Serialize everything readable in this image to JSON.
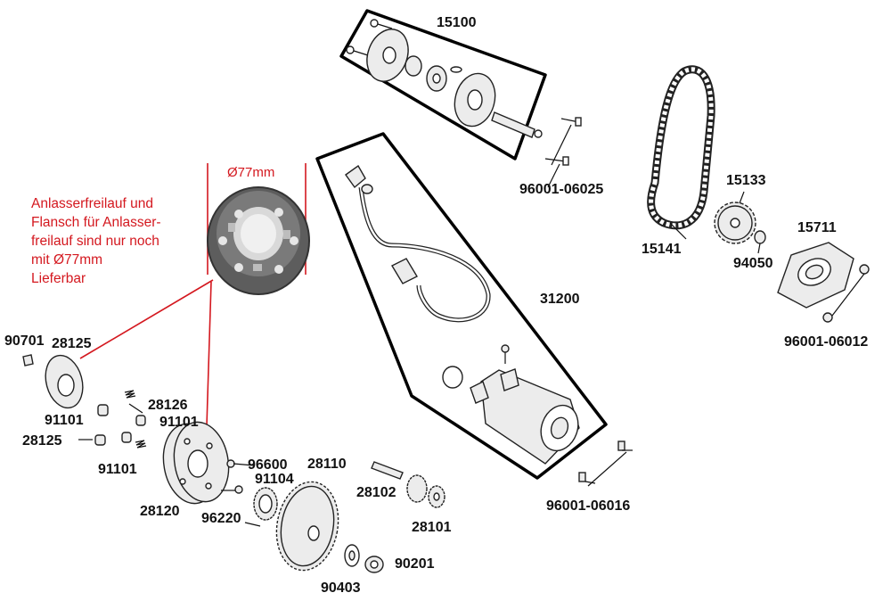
{
  "note": {
    "lines": [
      "Anlasserfreilauf und",
      "Flansch für Anlasser-",
      "freilauf sind nur noch",
      "mit Ø77mm",
      "Lieferbar"
    ]
  },
  "dimension_label": "Ø77mm",
  "part_labels": {
    "p15100": "15100",
    "p96001_06025": "96001-06025",
    "p15133": "15133",
    "p15141": "15141",
    "p94050": "94050",
    "p15711": "15711",
    "p96001_06012": "96001-06012",
    "p31200": "31200",
    "p96001_06016": "96001-06016",
    "p90701": "90701",
    "p28125a": "28125",
    "p28126": "28126",
    "p91101a": "91101",
    "p91101b": "91101",
    "p28125b": "28125",
    "p91101c": "91101",
    "p96600": "96600",
    "p91104": "91104",
    "p28110": "28110",
    "p28120": "28120",
    "p96220": "96220",
    "p28102": "28102",
    "p28101": "28101",
    "p90201": "90201",
    "p90403": "90403"
  },
  "colors": {
    "note": "#d4181f",
    "lines": "#111111",
    "background": "#ffffff"
  }
}
